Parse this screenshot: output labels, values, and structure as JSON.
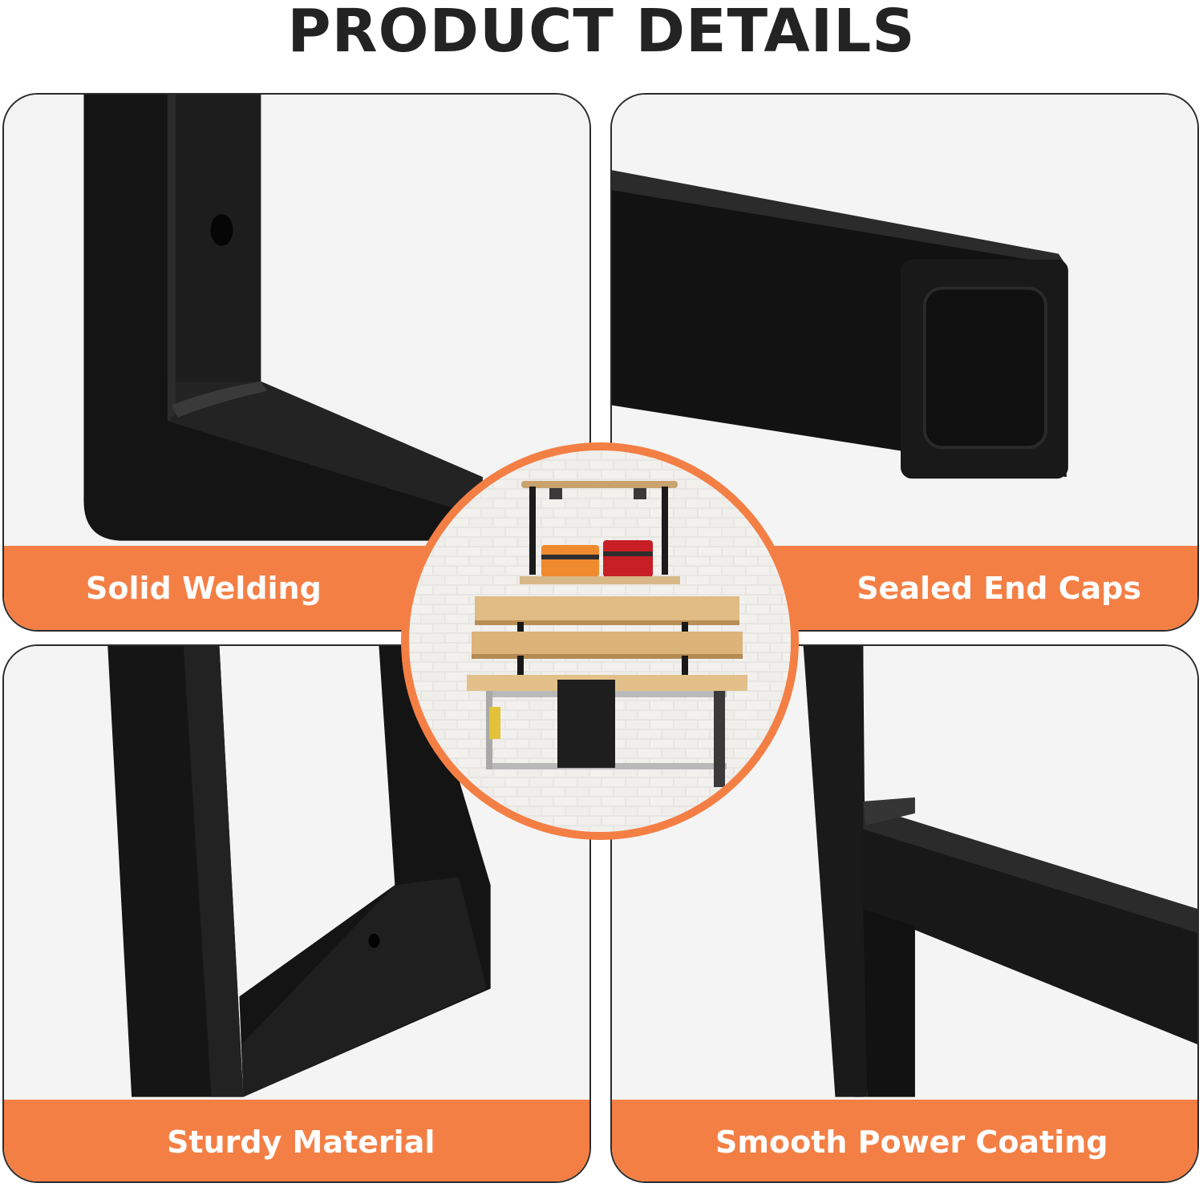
{
  "header": {
    "title": "PRODUCT DETAILS"
  },
  "features": [
    {
      "label": "Solid Welding"
    },
    {
      "label": "Sealed End Caps"
    },
    {
      "label": "Sturdy Material"
    },
    {
      "label": "Smooth Power Coating"
    }
  ],
  "colors": {
    "accent_orange": "#f47f45",
    "title_text": "#232323",
    "metal_black": "#161616",
    "band_text": "#ffffff"
  }
}
